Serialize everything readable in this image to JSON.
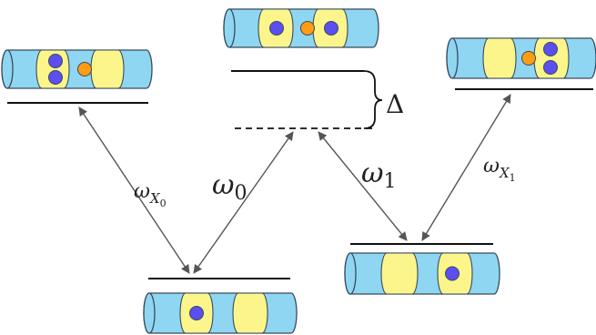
{
  "colors": {
    "tube_body": "#8fd6f3",
    "tube_band": "#fbf58c",
    "tube_edge": "#3a4a5a",
    "particle_blue": "#5b4ff0",
    "particle_orange": "#ff9c14",
    "level_line": "#111111",
    "arrow": "#555555"
  },
  "labels": {
    "omega_x0": {
      "base": "ω",
      "sub": "X",
      "subsub": "0"
    },
    "omega_0": {
      "base": "ω",
      "sub": "0"
    },
    "omega_1": {
      "base": "ω",
      "sub": "1"
    },
    "omega_x1": {
      "base": "ω",
      "sub": "X",
      "subsub": "1"
    },
    "delta": "Δ"
  }
}
